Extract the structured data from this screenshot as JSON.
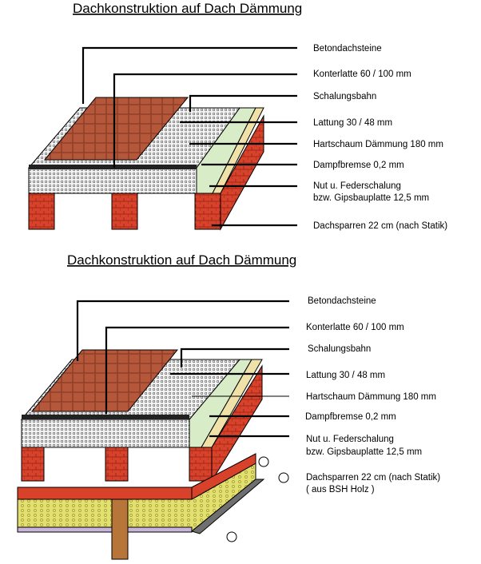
{
  "diagram_top": {
    "title": "Dachkonstruktion  auf Dach Dämmung",
    "labels": [
      {
        "id": "beton",
        "text": "Betondachsteine"
      },
      {
        "id": "konter",
        "text": "Konterlatte   60 / 100  mm"
      },
      {
        "id": "schalung",
        "text": "Schalungsbahn"
      },
      {
        "id": "lattung",
        "text": "Lattung  30 / 48 mm"
      },
      {
        "id": "hartschaum",
        "text": "Hartschaum Dämmung  180 mm"
      },
      {
        "id": "dampf",
        "text": "Dampfbremse  0,2 mm"
      },
      {
        "id": "nut1",
        "text": "Nut u. Federschalung"
      },
      {
        "id": "nut2",
        "text": "bzw. Gipsbauplatte  12,5 mm"
      },
      {
        "id": "sparren",
        "text": "Dachsparren  22 cm (nach  Statik)"
      }
    ]
  },
  "diagram_bottom": {
    "title": "Dachkonstruktion  auf Dach Dämmung",
    "labels": [
      {
        "id": "beton",
        "text": "Betondachsteine"
      },
      {
        "id": "konter",
        "text": "Konterlatte   60 / 100  mm"
      },
      {
        "id": "schalung",
        "text": "Schalungsbahn"
      },
      {
        "id": "lattung",
        "text": "Lattung  30 / 48 mm"
      },
      {
        "id": "hartschaum",
        "text": "Hartschaum Dämmung  180 mm"
      },
      {
        "id": "dampf",
        "text": "Dampfbremse  0,2 mm"
      },
      {
        "id": "nut1",
        "text": "Nut u. Federschalung"
      },
      {
        "id": "nut2",
        "text": "bzw. Gipsbauplatte  12,5 mm"
      },
      {
        "id": "sparren1",
        "text": "Dachsparren  22 cm (nach  Statik)"
      },
      {
        "id": "sparren2",
        "text": "( aus  BSH Holz )"
      }
    ]
  },
  "colors": {
    "tile": "#b5573a",
    "tile_dark": "#7a2f1c",
    "brick": "#d8412a",
    "brick_dark": "#8e2414",
    "insulation": "#e9e9e9",
    "vapor": "#d8ecc8",
    "wood": "#efe1a8",
    "wall_yellow": "#e3e07a",
    "black": "#000000"
  }
}
